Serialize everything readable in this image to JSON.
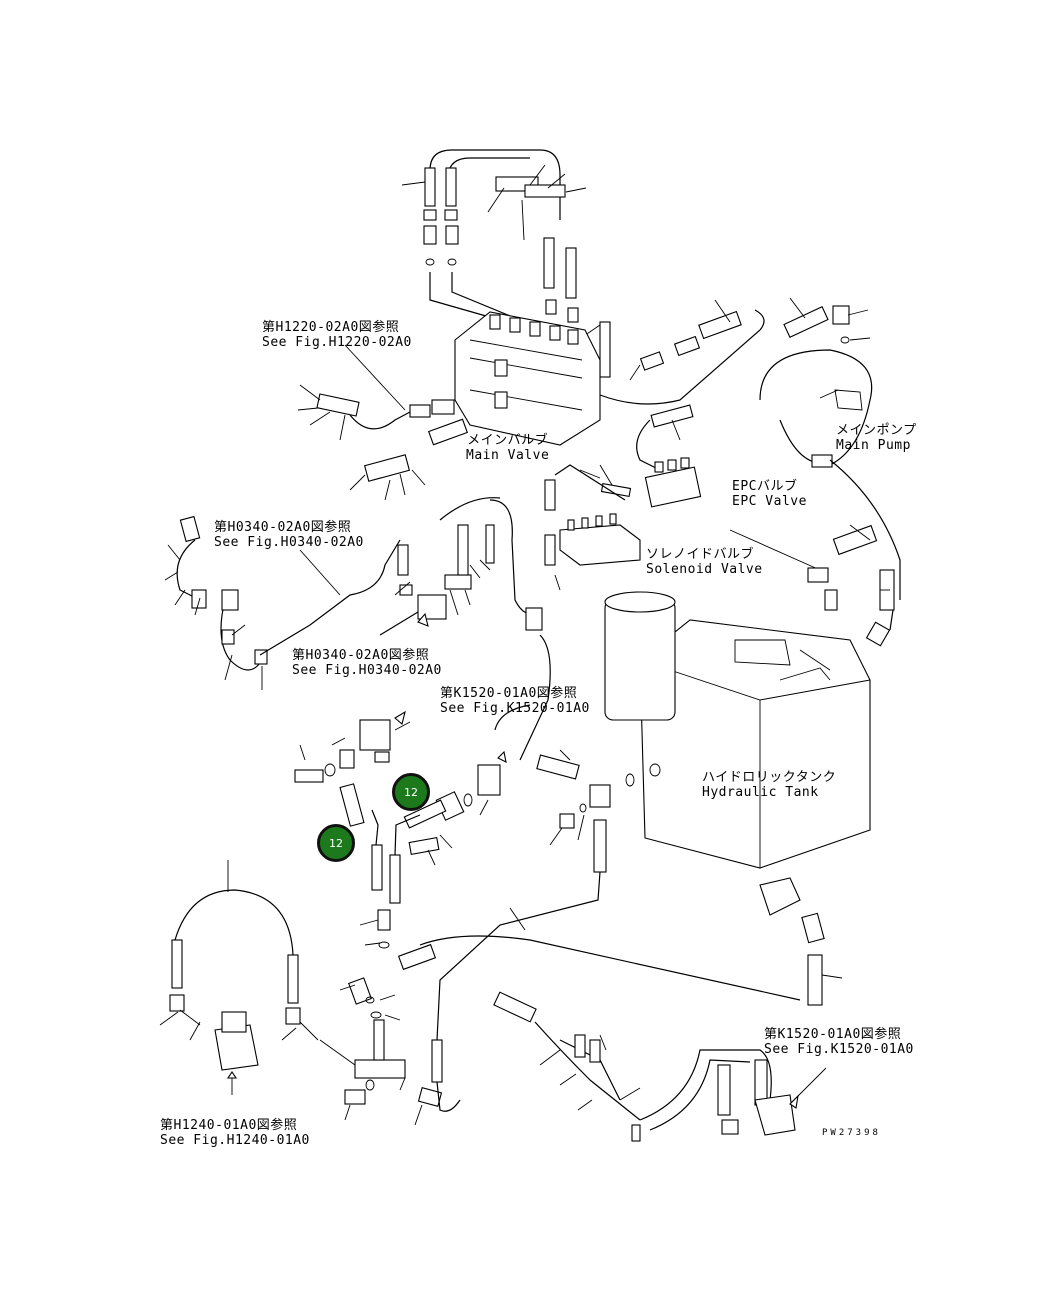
{
  "labels": {
    "ref_h1220": {
      "jp": "第H1220-02A0図参照",
      "en": "See Fig.H1220-02A0"
    },
    "main_valve": {
      "jp": "メインバルブ",
      "en": "Main Valve"
    },
    "epc_valve": {
      "jp": "EPCバルブ",
      "en": "EPC Valve"
    },
    "main_pump": {
      "jp": "メインポンプ",
      "en": "Main Pump"
    },
    "ref_h0340_a": {
      "jp": "第H0340-02A0図参照",
      "en": "See Fig.H0340-02A0"
    },
    "solenoid_valve": {
      "jp": "ソレノイドバルブ",
      "en": "Solenoid Valve"
    },
    "ref_h0340_b": {
      "jp": "第H0340-02A0図参照",
      "en": "See Fig.H0340-02A0"
    },
    "ref_k1520_a": {
      "jp": "第K1520-01A0図参照",
      "en": "See Fig.K1520-01A0"
    },
    "hydraulic_tank": {
      "jp": "ハイドロリックタンク",
      "en": "Hydraulic Tank"
    },
    "ref_k1520_b": {
      "jp": "第K1520-01A0図参照",
      "en": "See Fig.K1520-01A0"
    },
    "ref_h1240": {
      "jp": "第H1240-01A0図参照",
      "en": "See Fig.H1240-01A0"
    }
  },
  "callouts": [
    {
      "id": "callout-a",
      "number": "12"
    },
    {
      "id": "callout-b",
      "number": "12"
    }
  ],
  "drawing_number": "PW27398",
  "colors": {
    "callout_fill": "#1c7a1c",
    "line": "#000000"
  }
}
